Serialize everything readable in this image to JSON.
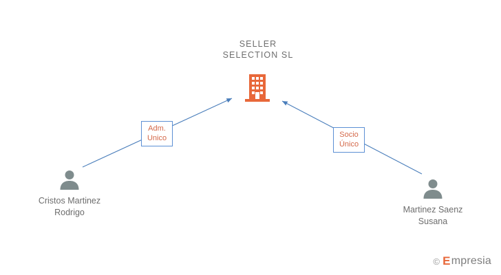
{
  "diagram": {
    "company": {
      "name": "SELLER SELECTION SL",
      "icon": "building-icon"
    },
    "nodes": [
      {
        "id": "person-left",
        "name": "Cristos Martinez Rodrigo",
        "icon": "person-icon"
      },
      {
        "id": "person-right",
        "name": "Martinez Saenz Susana",
        "icon": "person-icon"
      }
    ],
    "relations": [
      {
        "id": "relation-adm",
        "label": "Adm. Unico"
      },
      {
        "id": "relation-socio",
        "label": "Socio Único"
      }
    ],
    "colors": {
      "arrow": "#4a7ebb",
      "relation_text": "#d4694a",
      "relation_border": "#5b8fd4",
      "building": "#e8683a",
      "person": "#7f8c8d",
      "text": "#6d6d6d"
    }
  },
  "watermark": {
    "copyright": "©",
    "accent_letter": "E",
    "brand": "mpresia"
  }
}
